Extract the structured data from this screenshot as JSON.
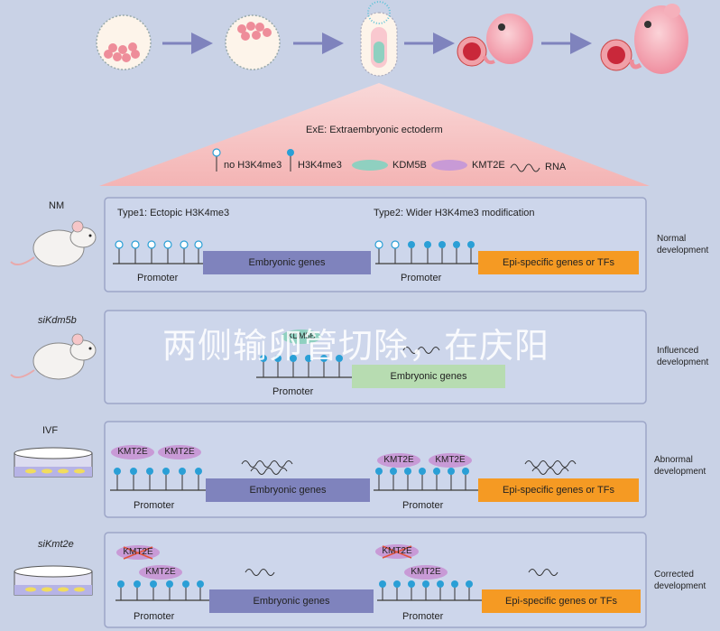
{
  "exe": {
    "title": "ExE: Extraembryonic ectoderm",
    "legend_no_h3k4me3": "no H3K4me3",
    "legend_h3k4me3": "H3K4me3",
    "legend_kdm5b": "KDM5B",
    "legend_kmt2e": "KMT2E",
    "legend_rna": "RNA"
  },
  "rows": [
    {
      "label": "NM",
      "italic": false,
      "outcome_line1": "Normal",
      "outcome_line2": "development"
    },
    {
      "label": "siKdm5b",
      "italic": true,
      "outcome_line1": "Influenced",
      "outcome_line2": "development"
    },
    {
      "label": "IVF",
      "italic": false,
      "outcome_line1": "Abnormal",
      "outcome_line2": "development"
    },
    {
      "label": "siKmt2e",
      "italic": true,
      "outcome_line1": "Corrected",
      "outcome_line2": "development"
    }
  ],
  "panel1": {
    "type1": "Type1: Ectopic H3K4me3",
    "type2": "Type2: Wider H3K4me3 modification"
  },
  "labels": {
    "promoter": "Promoter",
    "embryonic_genes": "Embryonic genes",
    "epi_genes": "Epi-specific genes or TFs",
    "kmt2e": "KMT2E",
    "kdm5b": "KDM5B"
  },
  "watermark": "两侧输卵管切除，在庆阳",
  "colors": {
    "background": "#c9d2e6",
    "embryonic_bar": "#7f83bd",
    "epi_bar": "#f59a23",
    "embryonic_green": "#b7dcb1",
    "kmt2e": "#c89ad6",
    "kdm5b": "#8fd0c0",
    "histone_mark": "#2a9fd6",
    "triangle": "#f6c0c0"
  }
}
